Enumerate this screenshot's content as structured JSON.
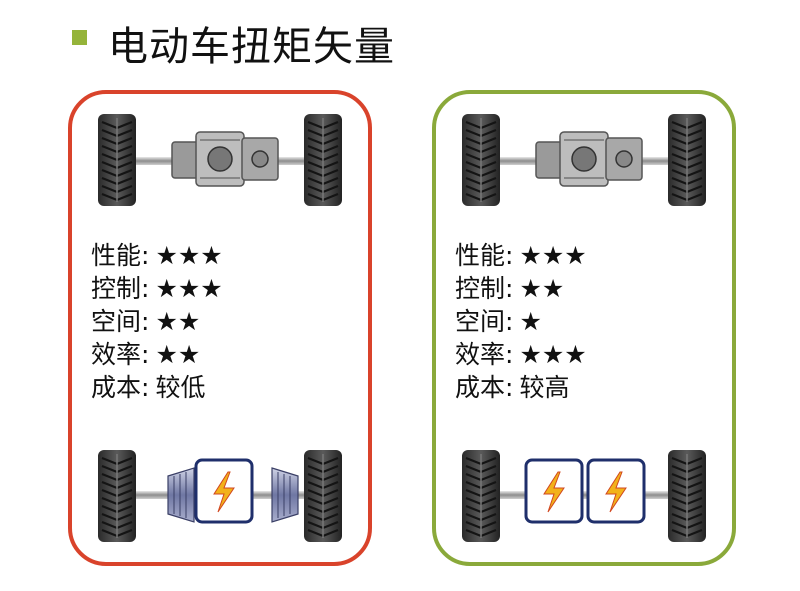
{
  "title": "电动车扭矩矢量",
  "icons": {
    "wheel": "tire-icon",
    "motor": "motor-icon",
    "battery": "lightning-icon"
  },
  "colors": {
    "left_border": "#d9432b",
    "right_border": "#8aa93a",
    "bullet": "#95b43a",
    "battery_border": "#1f2f6b",
    "lightning": "#f2b21a"
  },
  "cards": [
    {
      "specs": [
        {
          "label": "性能",
          "value": "★★★"
        },
        {
          "label": "控制",
          "value": "★★★"
        },
        {
          "label": "空间",
          "value": "★★"
        },
        {
          "label": "效率",
          "value": "★★"
        },
        {
          "label": "成本",
          "value": "较低"
        }
      ],
      "rear_motors": 1
    },
    {
      "specs": [
        {
          "label": "性能",
          "value": "★★★"
        },
        {
          "label": "控制",
          "value": "★★"
        },
        {
          "label": "空间",
          "value": "★"
        },
        {
          "label": "效率",
          "value": "★★★"
        },
        {
          "label": "成本",
          "value": "较高"
        }
      ],
      "rear_motors": 2
    }
  ]
}
